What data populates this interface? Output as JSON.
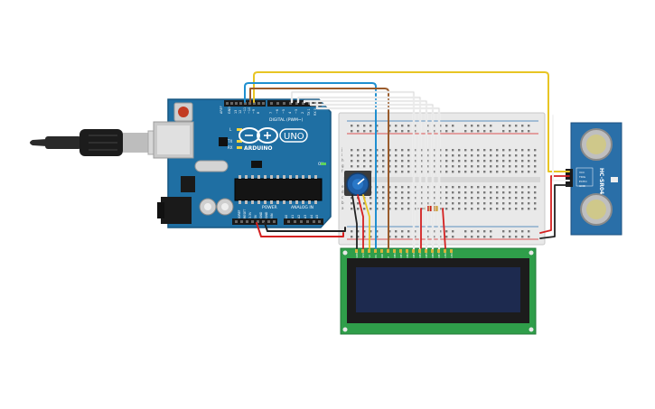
{
  "arduino": {
    "brand": "ARDUINO",
    "model": "UNO",
    "digital_label": "DIGITAL (PWM~)",
    "power_label": "POWER",
    "analog_label": "ANALOG IN",
    "tx_label": "TX",
    "rx_label": "RX",
    "l_label": "L",
    "on_label": "ON",
    "aref_label": "AREF",
    "gnd_label": "GND",
    "pin13_label": "13",
    "pin12_label": "12",
    "pin11_label": "~11",
    "pin10_label": "~10",
    "pin9_label": "~9",
    "pin8_label": "8",
    "pin7_label": "7",
    "pin6_label": "~6",
    "pin5_label": "~5",
    "pin4_label": "4",
    "pin3_label": "~3",
    "pin2_label": "2",
    "pin1_label": "TX 1",
    "pin0_label": "RX 0",
    "ioref_label": "IOREF",
    "reset_label": "RESET",
    "v33_label": "3.3V",
    "v5_label": "5V",
    "gnd2_label": "GND",
    "gnd3_label": "GND",
    "vin_label": "VIN",
    "a0_label": "A0",
    "a1_label": "A1",
    "a2_label": "A2",
    "a3_label": "A3",
    "a4_label": "A4",
    "a5_label": "A5"
  },
  "sensor": {
    "model": "HC-SR04",
    "pins": [
      "VCC",
      "TRIG",
      "ECHO",
      "GND"
    ]
  },
  "lcd": {
    "pins": [
      "GND",
      "VCC",
      "V0",
      "RS",
      "RW",
      "E",
      "DB0",
      "DB1",
      "DB2",
      "DB3",
      "DB4",
      "DB5",
      "DB6",
      "DB7",
      "LED",
      "LED"
    ]
  },
  "breadboard": {
    "row_labels": [
      "a",
      "b",
      "c",
      "d",
      "e",
      "f",
      "g",
      "h",
      "i",
      "j"
    ]
  },
  "colors": {
    "arduino_board": "#1f6fa3",
    "breadboard": "#e9e9e9",
    "lcd_pcb": "#2f9e4a",
    "lcd_screen": "#1d2a4f",
    "sensor_board": "#2a6fa8",
    "wire_yellow": "#e8c524",
    "wire_blue": "#1f8fd0",
    "wire_brown": "#9a5b2b",
    "wire_red": "#d42020",
    "wire_black": "#222222",
    "wire_white": "#f4f4f4"
  }
}
